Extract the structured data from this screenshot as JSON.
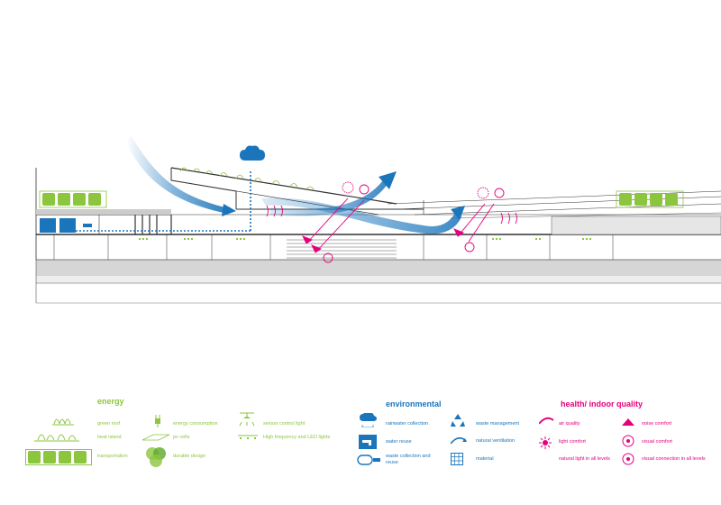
{
  "colors": {
    "energy": "#8cc63f",
    "environmental": "#1b75bb",
    "health": "#e6007e",
    "line": "#333333",
    "fill_gray": "#d6d6d6"
  },
  "legend": {
    "energy": {
      "title": "energy",
      "items": [
        {
          "label": "green roof",
          "icon": "green-roof-icon"
        },
        {
          "label": "heat island",
          "icon": "heat-island-icon"
        },
        {
          "label": "transportation",
          "icon": "transport-icons"
        },
        {
          "label": "energy consumption",
          "icon": "plug-icon"
        },
        {
          "label": "pv cells",
          "icon": "pv-cells-icon"
        },
        {
          "label": "durable design",
          "icon": "durable-design-icon"
        },
        {
          "label": "sensor control light",
          "icon": "sensor-light-icon"
        },
        {
          "label": "High frequency and LED lights",
          "icon": "led-lights-icon"
        }
      ]
    },
    "environmental": {
      "title": "environmental",
      "items": [
        {
          "label": "rainwater collection",
          "icon": "rain-cloud-icon"
        },
        {
          "label": "water reuse",
          "icon": "faucet-icon"
        },
        {
          "label": "waste collection and reuse",
          "icon": "waste-collection-icon"
        },
        {
          "label": "waste management",
          "icon": "recycle-icon"
        },
        {
          "label": "natural ventilation",
          "icon": "wind-icon"
        },
        {
          "label": "material",
          "icon": "material-grid-icon"
        }
      ]
    },
    "health": {
      "title": "health/ indoor quality",
      "items": [
        {
          "label": "air quality",
          "icon": "air-swirl-icon"
        },
        {
          "label": "light comfort",
          "icon": "sun-icon"
        },
        {
          "label": "natural light in all levels",
          "icon": "arrow-icon"
        },
        {
          "label": "noise comfort",
          "icon": "ear-icon"
        },
        {
          "label": "visual comfort",
          "icon": "eye-icon"
        },
        {
          "label": "visual connection in all levels",
          "icon": "eye-icon"
        }
      ]
    }
  }
}
